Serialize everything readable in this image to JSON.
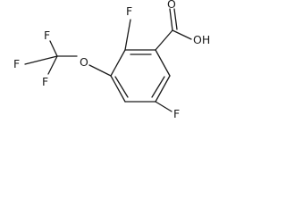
{
  "molecule": {
    "atoms": {
      "f_top": "F",
      "f_bottom": "F",
      "f_cf3_top": "F",
      "f_cf3_left": "F",
      "f_cf3_bottom": "F",
      "o_ether": "O",
      "o_carbonyl": "O",
      "oh_acid": "OH"
    }
  }
}
